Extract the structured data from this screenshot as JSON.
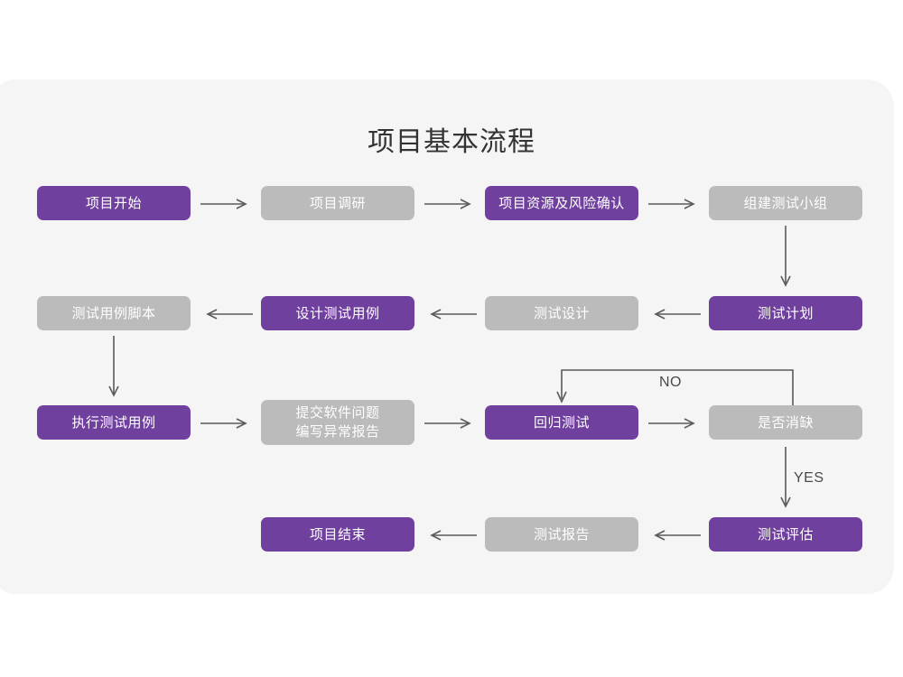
{
  "page": {
    "title": "项目基本流程",
    "background": "#ffffff",
    "card_background": "#f5f5f5"
  },
  "colors": {
    "accent_purple": "#70409e",
    "muted_gray": "#bbbbbb",
    "line": "#5a5a5a",
    "title_text": "#333333",
    "node_text": "#ffffff"
  },
  "flow": {
    "rows": [
      {
        "id": "row-1",
        "nodes": [
          {
            "id": "n1",
            "label": "项目开始",
            "style": "purple"
          },
          {
            "id": "n2",
            "label": "项目调研",
            "style": "gray"
          },
          {
            "id": "n3",
            "label": "项目资源及风险确认",
            "style": "purple"
          },
          {
            "id": "n4",
            "label": "组建测试小组",
            "style": "gray"
          }
        ]
      },
      {
        "id": "row-2",
        "nodes": [
          {
            "id": "n8",
            "label": "测试用例脚本",
            "style": "gray"
          },
          {
            "id": "n7",
            "label": "设计测试用例",
            "style": "purple"
          },
          {
            "id": "n6",
            "label": "测试设计",
            "style": "gray"
          },
          {
            "id": "n5",
            "label": "测试计划",
            "style": "purple"
          }
        ]
      },
      {
        "id": "row-3",
        "nodes": [
          {
            "id": "n9",
            "label": "执行测试用例",
            "style": "purple"
          },
          {
            "id": "n10",
            "label_line1": "提交软件问题",
            "label_line2": "编写异常报告",
            "style": "gray"
          },
          {
            "id": "n11",
            "label": "回归测试",
            "style": "purple"
          },
          {
            "id": "n12",
            "label": "是否消缺",
            "style": "gray"
          }
        ]
      },
      {
        "id": "row-4",
        "nodes": [
          {
            "id": "n15",
            "label": "项目结束",
            "style": "purple"
          },
          {
            "id": "n14",
            "label": "测试报告",
            "style": "gray"
          },
          {
            "id": "n13",
            "label": "测试评估",
            "style": "purple"
          }
        ]
      }
    ],
    "edge_labels": {
      "no": "NO",
      "yes": "YES"
    }
  }
}
